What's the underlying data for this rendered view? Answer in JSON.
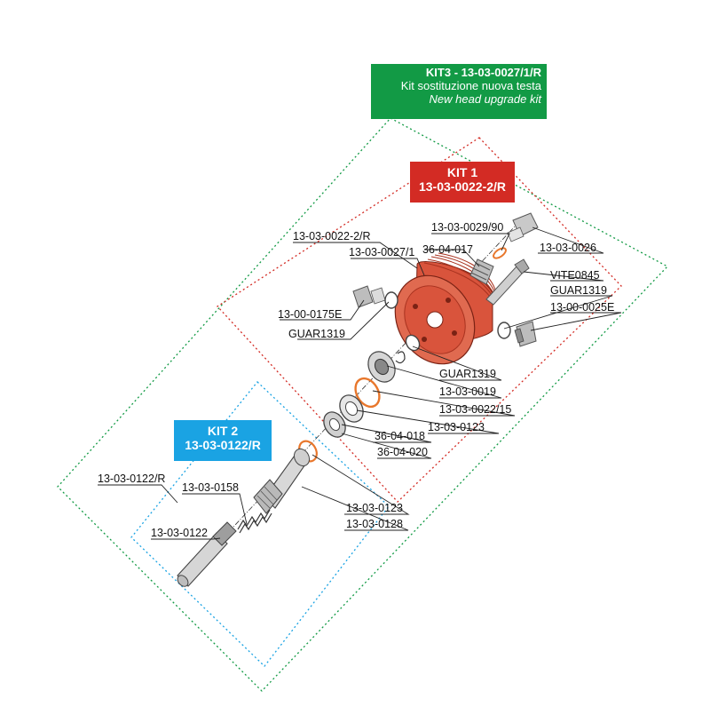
{
  "kits": {
    "kit3": {
      "line1": "KIT3 - 13-03-0027/1/R",
      "line2": "Kit sostituzione nuova testa",
      "line3": "New head upgrade kit",
      "color": "#129a45"
    },
    "kit1": {
      "line1": "KIT 1",
      "line2": "13-03-0022-2/R",
      "color": "#d32b24"
    },
    "kit2": {
      "line1": "KIT 2",
      "line2": "13-03-0122/R",
      "color": "#1aa3e3"
    }
  },
  "labels": {
    "head_kit": "13-03-0022-2/R",
    "head": "13-03-0027/1",
    "washer_top": "13-03-0029/90",
    "spring": "36-04-017",
    "plug_top": "13-03-0026",
    "screw": "VITE0845",
    "guar_right": "GUAR1319",
    "plug_right": "13-00-0025E",
    "plug_left": "13-00-0175E",
    "guar_left": "GUAR1319",
    "guar_mid": "GUAR1319",
    "valve_seat": "13-03-0019",
    "ring": "13-03-0022/15",
    "oring_mid": "13-03-0123",
    "ring_018": "36-04-018",
    "ring_020": "36-04-020",
    "kit2_assembly": "13-03-0122/R",
    "spring_small": "13-03-0158",
    "piston": "13-03-0122",
    "oring_low": "13-03-0123",
    "sleeve": "13-03-0128"
  },
  "colors": {
    "part_red": "#d9543c",
    "part_dark": "#a8321f",
    "oring": "#e8772c",
    "metal": "#c9c9c9",
    "metal_dark": "#7a7a7a"
  }
}
